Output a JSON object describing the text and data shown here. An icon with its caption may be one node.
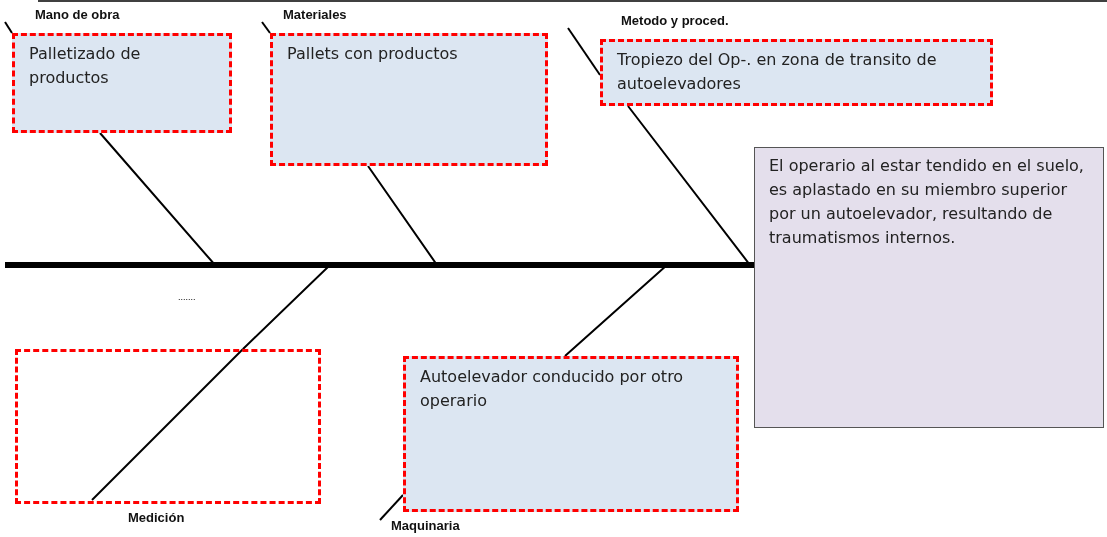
{
  "diagram": {
    "nodes": [
      {
        "text": [
          "Mano de obra",
          "Palletizado de productos"
        ]
      },
      {
        "text": [
          "Materiales",
          "Pallets con productos"
        ]
      },
      {
        "text": [
          "Metodo y proced.",
          "Tropiezo del Op-. en zona de transito de autoelevadores"
        ]
      },
      {
        "text": [
          "El operario al estar tendido en el suelo, es aplastado en su miembro superior por un autoelevador, resultando de traumatismos internos."
        ]
      },
      {
        "text": [
          "Medición"
        ]
      },
      {
        "text": [
          "Autoelevador conducido por otro operario",
          "Maquinaria"
        ]
      }
    ],
    "edges": [
      {
        "from": 0,
        "to": 3,
        "arrow": "none"
      },
      {
        "from": 1,
        "to": 3,
        "arrow": "none"
      },
      {
        "from": 2,
        "to": 3,
        "arrow": "none"
      },
      {
        "from": 4,
        "to": 3,
        "arrow": "none"
      },
      {
        "from": 5,
        "to": 3,
        "arrow": "none"
      }
    ],
    "labels": [
      "......."
    ]
  }
}
